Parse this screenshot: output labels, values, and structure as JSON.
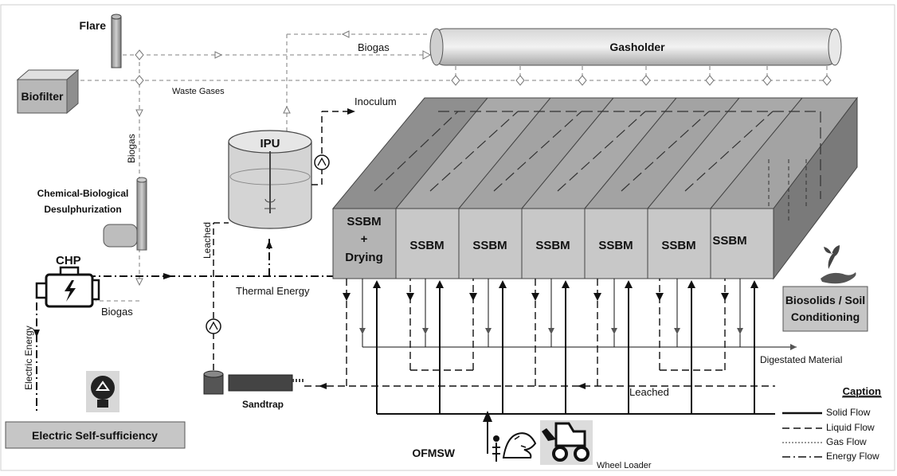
{
  "labels": {
    "flare": "Flare",
    "biofilter": "Biofilter",
    "biogas_top": "Biogas",
    "gasholder": "Gasholder",
    "waste_gases": "Waste Gases",
    "inoculum": "Inoculum",
    "biogas_vertical": "Biogas",
    "ipu": "IPU",
    "desulph_line1": "Chemical-Biological",
    "desulph_line2": "Desulphurization",
    "leached_vertical": "Leached",
    "chp": "CHP",
    "thermal_energy": "Thermal Energy",
    "biogas_chp": "Biogas",
    "electric_energy": "Electric Energy",
    "sandtrap": "Sandtrap",
    "electric_self_sufficiency": "Electric Self-sufficiency",
    "biosolids_line1": "Biosolids / Soil",
    "biosolids_line2": "Conditioning",
    "digestated_material": "Digestated Material",
    "leached_bottom": "Leached",
    "ofmsw": "OFMSW",
    "wheel_loader": "Wheel Loader"
  },
  "bays": {
    "first": [
      "SSBM",
      "+",
      "Drying"
    ],
    "others": [
      "SSBM",
      "SSBM",
      "SSBM",
      "SSBM",
      "SSBM",
      "SSBM"
    ]
  },
  "caption": {
    "title": "Caption",
    "items": [
      {
        "label": "Solid Flow",
        "style": "solid"
      },
      {
        "label": "Liquid Flow",
        "style": "dashed"
      },
      {
        "label": "Gas Flow",
        "style": "dotted"
      },
      {
        "label": "Energy Flow",
        "style": "dashdot"
      }
    ]
  },
  "colors": {
    "line": "#111111",
    "gas_line": "#9a9a9a",
    "bay_front": "#c8c8c8",
    "bay_front_first": "#b4b4b4",
    "bay_top": "#9a9a9a",
    "bay_side": "#7a7a7a",
    "box_fill": "#c6c6c6",
    "gasholder_fill": "#e2e2e2"
  },
  "icons": [
    "flare-stack-icon",
    "engine-icon",
    "lightbulb-recycle-icon",
    "hand-plant-icon",
    "pump-icon",
    "fish-bone-icon",
    "waste-pile-icon",
    "wheel-loader-icon"
  ]
}
